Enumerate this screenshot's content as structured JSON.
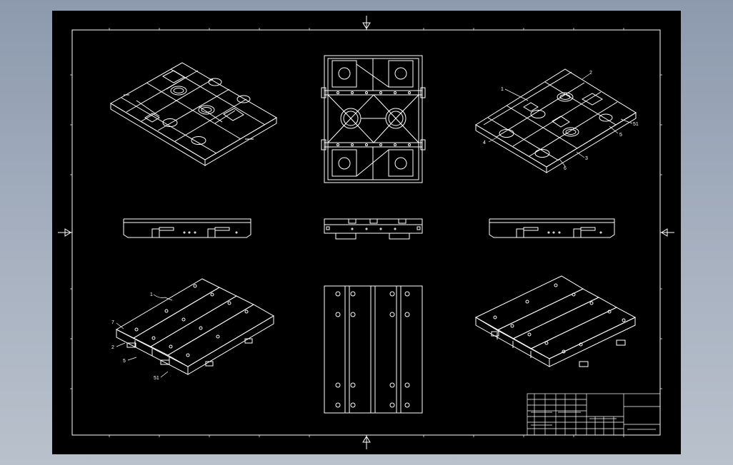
{
  "callouts": {
    "top_right": [
      "1",
      "2",
      "51",
      "5",
      "3",
      "6",
      "4"
    ],
    "bottom_left": [
      "1",
      "7",
      "2",
      "5",
      "51"
    ]
  },
  "colors": {
    "background": "#000000",
    "linework": "#ffffff",
    "window": "#a7b1c0"
  }
}
